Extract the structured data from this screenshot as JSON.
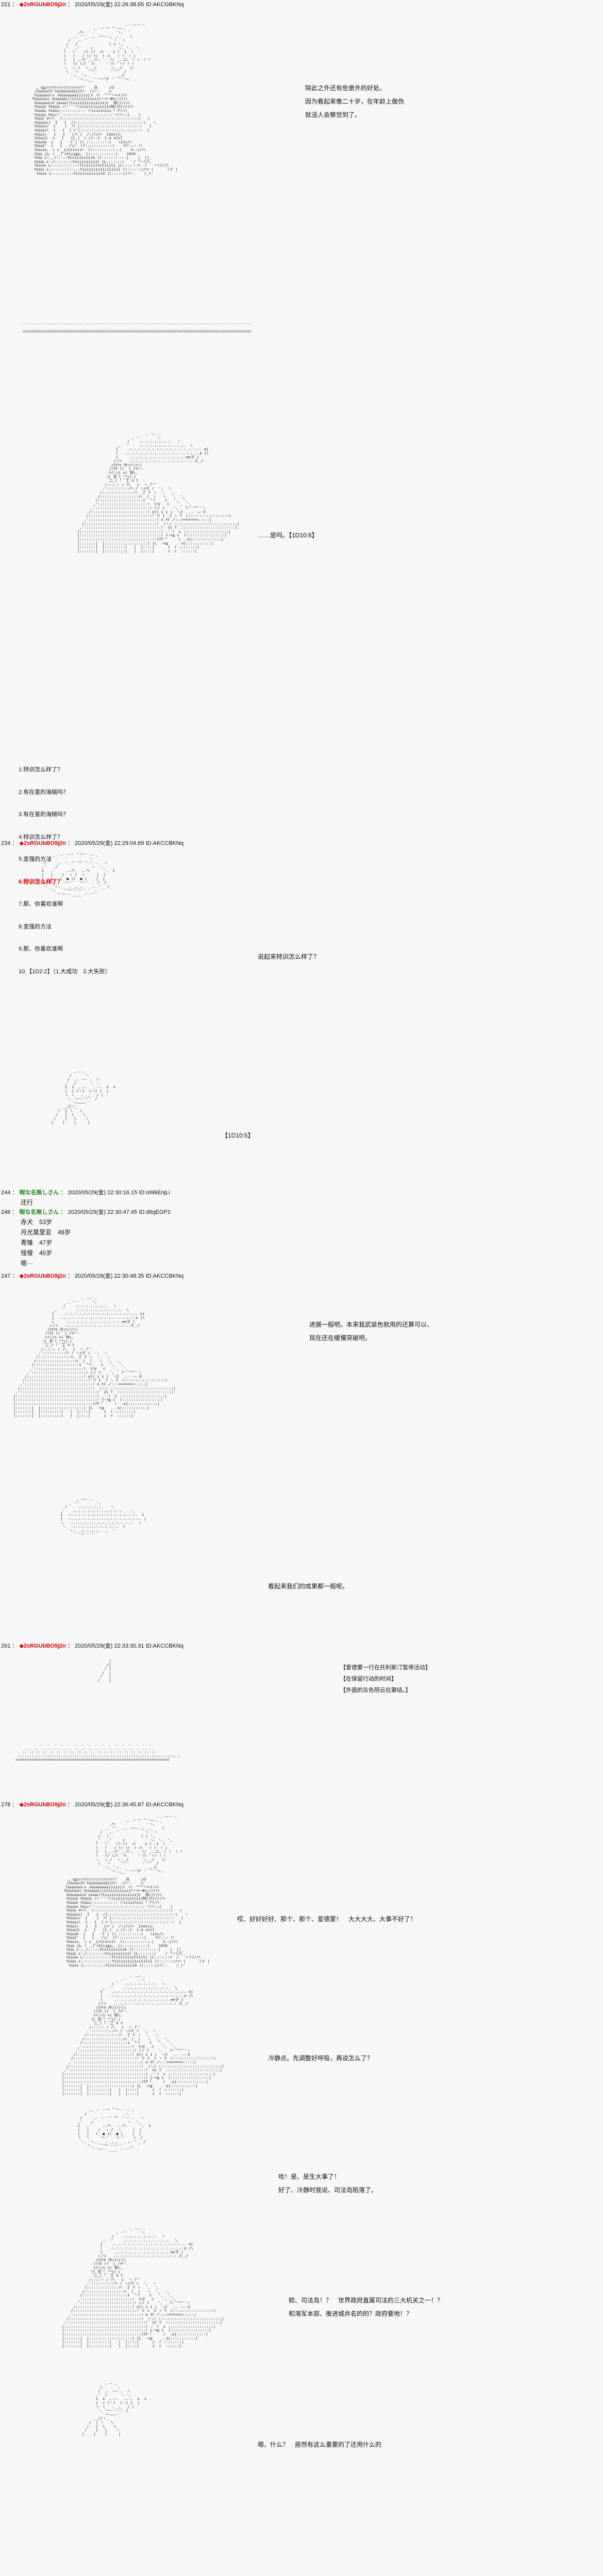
{
  "board": {
    "name_anon": "暇な名無しさん",
    "tripcode": "◆2sRGUbBO9j2n",
    "diamond": "◆"
  },
  "posts": [
    {
      "num": "221",
      "sep": "：",
      "name": "◆2sRGUbBO9j2n",
      "name_type": "trip",
      "date": "2020/05/29(金) 22:26:38.65",
      "id": "ID:AKCGBKNq",
      "lines": [
        "除此之外还有些意外的好处。",
        "因为看起来像二十岁，在年龄上做伪",
        "就没人会察觉到了。"
      ]
    },
    {
      "num": "221b",
      "lines": [
        "……是吗。【1D10:6】"
      ]
    },
    {
      "choices_title": "",
      "choices": [
        "1.特训怎么样了？",
        "2.有在意的海贼吗？",
        "3.有在意的海贼吗？",
        "4.特训怎么样了？",
        "5.变强的方法",
        "6.特训怎么样了？",
        "7.那、你喜欢谁啊",
        "8.变强的方法",
        "9.那、你喜欢谁啊",
        "10.【1D2:2】（1.大成功　2.大失败）"
      ],
      "hit_index": 5
    },
    {
      "num": "234",
      "sep": "：",
      "name": "◆2sRGUbBO9j2n",
      "name_type": "trip",
      "date": "2020/05/29(金) 22:29:04.69",
      "id": "ID:AKCCBKNq",
      "lines": [
        "说起来特训怎么样了？"
      ]
    },
    {
      "num": "234b",
      "lines": [
        "【1D10:5】"
      ]
    },
    {
      "num": "244",
      "sep": "：",
      "name": "暇な名無しさん",
      "name_type": "anon",
      "date": "2020/05/29(金) 22:30:16.15",
      "id": "ID:oWkEnjLi",
      "lines": [
        "还行"
      ]
    },
    {
      "num": "246",
      "sep": "：",
      "name": "暇な名無しさん",
      "name_type": "anon",
      "date": "2020/05/29(金) 22:30:47.45",
      "id": "ID:dItqEGP2",
      "lines": [
        "赤犬　53岁",
        "月光莫里亚　48岁",
        "青雉　47岁",
        "怪僧　45岁",
        "嗯···"
      ]
    },
    {
      "num": "247",
      "sep": "：",
      "name": "◆2sRGUbBO9j2n",
      "name_type": "trip",
      "date": "2020/05/29(金) 22:30:48.35",
      "id": "ID:AKCCBKNq",
      "lines": [
        "进展一般吧。本来我武装色就用的还算可以、",
        "现在还在缓慢突破吧。"
      ]
    },
    {
      "num": "247b",
      "lines": [
        "看起来我们的成果都一般呢。"
      ]
    },
    {
      "num": "261",
      "sep": "：",
      "name": "◆2sRGUbBO9j2n",
      "name_type": "trip",
      "date": "2020/05/29(金) 22:33:30.31",
      "id": "ID:AKCCBKNq",
      "bracket_lines": [
        "【爱德蒙一行在托利斯汀暂停活动】",
        "【在保留行动的时间】",
        "【外面的灰色阴云在聚结。】"
      ]
    },
    {
      "num": "278",
      "sep": "：",
      "name": "◆2sRGUbBO9j2n",
      "name_type": "trip",
      "date": "2020/05/29(金) 22:36:45.87",
      "id": "ID:AKCCBKNq",
      "lines": [
        "哎、好好好好、那个、那个、爱德蒙！　大大大大、大事不好了！",
        "冷静点。先调整好呼吸，再说怎么了？",
        "哈！是、是生大事了！",
        "好了、冷静时我说、司法岛陷落了。",
        "欸、司法岛！？　世界政府直属司法的三大机关之一！？",
        "和海军本部、推进城并名的的？政府要地！？",
        "嗯、什么？　居然有这么重要的了还用什么的"
      ]
    }
  ],
  "aa": {
    "block1": "                                          ,. -―‐- 、\n                            ,. ‐''\" ̄`''ー-、_\n                     ,ヘ  ´           `ヽ、\n                   ,. ''´  ,. -ー‐- 、.._    \\\n                 /   ,. '´         ``ヽ  ヽ\n                /   /              \\ \\ ',\n               ,'   ,'     /           ヽ. ',  ',\n               !   !    /! /!  ハ    i !  i  !\n               !   !   / !/ !/  ! ハ   ! !  ! |\n               |   | ,.イ'_,.=-、   !/ _,.ニ、ヽ !  ! !\n               !   !/ !/!  ハ     '´ハ `ヽ! ! !\n               ヽ  ヽ.!  ヽ._ノ      ヽ._ノ   !/\n                \\  `ヽ    ''''      ''''  /\n                  `ヽ. `ヽ.      __    ,.イ\n                     `ヽ.,_ `''ー-ァ '´ ̄`''ー、\n                          ̄ ̄\n   。s≦ｧｧｧｧﾏｧｧｧｧｧｧｧｧｧｧｧｧｧｧｧ^    从     ｪ小\n  /ﾑﾑﾑﾑﾑﾑiV ﾑﾑﾑﾑﾑﾑﾑﾑﾑﾑﾑﾑ|ﾑト  /ハ＼    レ\n 《ﾑﾑﾑﾑﾑﾑﾑiｖ Vﾑﾑﾑﾑﾑﾑﾑﾑﾑ|iiii}ト ヘ  ^^^ー=イ/ハ\n ﾔﾑﾑﾑﾑﾑﾑﾑi Vﾑﾑﾑﾑﾑﾑﾑ/|iiiiiiiiiii}ﾄー=一#ﾑ////ハ\n  VﾑﾑﾑﾑﾑﾑﾑiV ﾑﾑﾑﾑﾑ/?iiiiiiiiiiiiiii}ﾄ  洲////ハ\n  Vﾑﾑﾑﾑﾑ Vﾑﾑﾑﾑﾑ /ｨ''''＜iiiiiiiiiiiiii㏍ﾉiﾔ////ハ\n  Vﾑﾑﾑﾑﾑ Vﾑﾑﾑﾑ/:::::::::::`＜iiiiiﾊiii「 T＜ハ\n  Vﾑﾑﾑﾑﾑ Vﾑﾑ/ﾆ''::::::::::::::::::::::`＜ヘ::i    \\\n  Vﾑﾑﾑﾑ V>＜_ /::::::::::::::::::::::::::::::::::\\   \\\n  Vﾑﾑﾑﾑﾑi/  i   i  /|::::::::::::::::::::::::::::::\\   ヽ\n  Vﾑﾑﾑﾑi/  {    |  ハ |::::::::::::::::::::::::::ヽ   |\n  Vﾑﾑﾑﾑi\\  i   {  | ﾊ |::::::::::::::::::::::::::ヽ  |\n  Vﾑﾑﾑi\\   i   {   |ハ |  /:///ハ  [ooo|レ\n  Vﾑﾑﾑﾑ人  i   {   |j |  /_//::}  [:o o]√]\n  VﾑﾑﾑﾑA  i   {   リ | ((_::::::::::|   \\iii/\\\n  Vﾑﾑﾑﾑ^  i   {   /\\/  ((::::::::::::|    V＜::: ハ\n  Vﾑﾑﾑiﾑ、 \\ i  {/ﾑ(iiiiﾊ  ((::::::::::::|    ﾙ:://ハ\n  Vﾑﾑﾑ /ﾑ、( ＿厂=ｷiii≧s。 ((:::::::::::|    ﾙVVA\n  Vﾑﾑﾑ ﾑ＼＿/:::::ViiiiiiiiiiA ((:::::::::::|    |  ||_\n  Vﾑﾑﾑﾑ ﾑ＼/::::::::Viiiiiiiiiiﾊ |L:::::::|    / ^ー()\\\n  Vﾑﾑﾑﾑﾑ ﾑ:::::::::::::ﾔiiiiiiiiiiiiiii |L:::::::ﾊ  /  `ー()//\\\n  Vﾑﾑﾑﾑ ﾑ::::::::::::::ﾔiiiiiiiiiiiiiiiii ((:::::://ハ (      (イ |\n   Vﾑﾑﾑi ﾑ::::::::::ﾔiiiiiiiiiiiiA ((::::://ハ＼    /_)'",
    "divider": "-----------------------------------------------------------------------------------------------------\n_____________________________________________________________________________________________________\n=====================================================================================================",
    "block2": "                              , -―- 、\n                        , ‐'´      ＼\n                      /    .:.:.:.:.:.:.:.  ヽ\n                  ,. '´    .:.:.:.:.:.:.:.:.:.:.  \\\n                 {    .:.:.:.:.:.:.:.:.:.:.:.:.:.:.:.:. o|\n                 |   .:.:.:.:.:.:.:.:.:.:.:.:.:.:.:.:.o |\\\n                 >     .:.:.:.:.:.:.:.:.:.:.:.:.≡≡ヲ )\n                /ノ>   .:.:.:.:.:.:.:.:.:.:.:.:.:.:.ミ_ノ\n               /ｱｲﾄV 廾/ｿﾉ|＜\\\n              ((ﾘﾙ ((  j /ｲﾄ＼\n              ﾊ＜ﾉ/ﾄ =( 你\\、\n             ﾌ( 廿「 \"\"ﾄ) ﾚ\n              二_/ ｢ ﾞ工 V ﾏ\n            /::::ヽ / ハ   i  ヽ ﾌ''\n           ,'::::::::::ハ / ヽ=ミ /  ',  ヽ\n          /::::::::::::::ハ  丁 Y ヽ  ',  ',\n         /:::::::::::::::::ハ  |  |   ヽ  ',  ',\n        /::::::::::::::::::::i  ^ー    i   ',  ',\n       ,'::::::::::::::::::::::!  ﾘﾉV   ﾊ    ',  ',\n      ,'::::::::::::::::::::::::! /ノ ﾊ    ',   ＞''\"\"''ヽ\n     /:::::::::::::::::::::::::! o(( i i |  ヽ》  ,. -―-ミ\n    /::::::::::::::::::::::::::::! リ i  i ヽ 》 /::::::::::::::::::\\\n   ,'::::::::::::::::::::::::::::::! o ｷﾏ ノ:::=======:::::|\n  /::::::::::::::::::::::::::::::::!  |ヽ/ ::::::::::::::::::::::::::::|\n ,'::::::::::::::::::::::::::::::::::!  o| ﾏ  ::::::::::::::::::::::::|\n/::::::::::::::::::::::::::::::::::::! ,' ｲ  L ::::::::::::::::::::|\n|::::::::::::::::::::::::::::::::::::! >-=≦ i  ):::::::::::::::::|\n|::::::::::::::::::::::::::::::::::|YT「     (  .o|:::::::::::::|\n|:::::::|  |:::::::::::::::::::| |L  -=≦    . o|:::::::::::|\n|:::::::|  |:::::::::|   |  |::::|      i  ｲ ::::::::|\n|:::::::|  |:::::::::|   |  |::::|      i  ｲ  ::::::|",
    "block3": "                   , ― 、\n                 /      ＼\n                /  ,. -―- 、 ヽ\n               ,'  /      ＼ ',\n               i  i  ,.-、  ,.-、 i  i\n               |  | (・)  (・) |  |\n               ヽ ヽ   、_,   / /\n                ＼ `ー‐--‐'´ /\n                  `ー―――‐'´\n              __/|ヽ_\n            /  | ヽ   \\\n           /   |  \\    \\\n          /    |   \\    ヽ\n         |    |    |     |",
    "block4": "        .  .  .  .  .  .  .  .  .  .  .  .  .  .  .  .  .  .\n     .. .. .. .. .. .. .. .. .. .. .. .. .. .. .. .. .. .. ..\n   :: :: :: :: :: :: :: :: :: :: :: :: :: :: :: :: :: :: :: ::\n ::::::::::::::::::::::::::::::::::::::::::::::::::::::::::::::::::::::::\n====================================================================",
    "rays": "                                       |\n                                      /|\n                                     / |\n                                    /  |\n                                   /   |\n                                  /    |",
    "block5": "            ,. -‐ ''\" ̄ ̄ \"'' ‐- 、\n          /                 ＼\n        /     ,. -‐ '' \"\" ''‐- 、  ヽ\n       ,'    /               ヽ  ',\n       i   ,'     ,.ヘ   ,.ヘ      ',  i\n       |   |    /  ヽ /  ヽ     |  |\n       |   |   (  ● )(  ● )    |  |\n       ヽ  ヽ    `ー‐'  `ー‐'    /  /\n        ＼  `ヽ.    、_,_,    ,. '´  /\n          `ヽ.  `''ー---―'' ´  ,. '´\n             `''ー-- ____ --‐''´",
    "block6": "                    , -―- 、\n                 , ‐'´       ＼\n               /     .:.:.:.:.:.   ヽ\n             ,'   .:.:.:.:.:.:.:.:.:.:.:.   ',\n             i  .:.:.:.:.:.:.:.:.:.:.:.:.:.:.:.  i\n             |  .:.:.:.:.:.:.:.:.:.:.:.:.:.:.:.:. |\n             ヽ  .:.:.:.:.:.:.:.:.:.:.:.:.:.:.  /\n              ＼  .:.:.:.:.:.:.:.:.:.:.  /\n                `ヽ.  .:.:.:.:.  ,. '´\n                   `''ー--‐''´"
  }
}
